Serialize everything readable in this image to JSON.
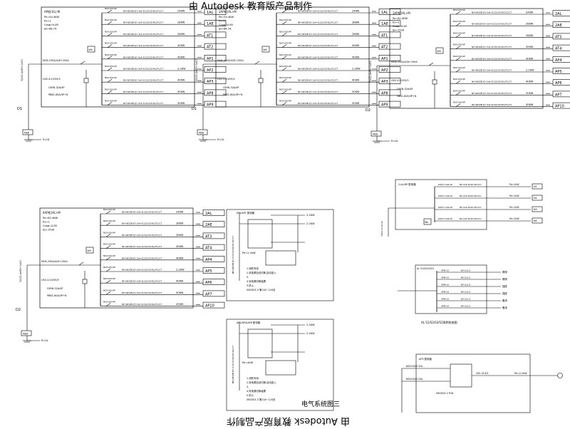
{
  "watermark_top": "由 Autodesk 教育版产品制作",
  "watermark_bottom": "由 Autodesk 教育版产品制作",
  "sheet_title": "电气系统图三",
  "panel_a": {
    "box_title": "AP柜(XL)-M",
    "params": [
      "Pe=54.4KW",
      "Kx=1",
      "Cosφ=0.85",
      "Ijs=68.7A"
    ],
    "incomer": "MCB-250A/4/3H 250A",
    "spd": "LM2-4.5/255/3",
    "main_sw": "C65N-32A/4P",
    "rcd": "PBB1-80A/3P+N",
    "tag": "D1",
    "ground": "MEB",
    "ground_r": "R<1Ω",
    "feed": "YJV22-4x95+1x50",
    "wh": "Wh",
    "circuit_label": "NH-WDZB-YJY-3x4-SC32/CE-WC/FC/CT",
    "breaker": "NSX100/4P",
    "circuits": [
      {
        "kw": "24KW",
        "name": "1AL"
      },
      {
        "kw": "28KW",
        "name": "1AE"
      },
      {
        "kw": "28KW",
        "name": "AT1"
      },
      {
        "kw": "45KW",
        "name": "AT2"
      },
      {
        "kw": "40KW",
        "name": "AP1"
      },
      {
        "kw": "2.2KW",
        "name": "AP2"
      },
      {
        "kw": "40KW",
        "name": "AP3"
      },
      {
        "kw": "50KW",
        "name": "AP8"
      },
      {
        "kw": "45KW",
        "name": "AP9"
      }
    ]
  },
  "panel_b": {
    "box_title": "2AP柜(XL)-M",
    "params": [
      "Pe=54.4KW",
      "Kx=1",
      "Cosφ=0.85",
      "Ijs=68.7A"
    ],
    "tag": "D1",
    "circuits": [
      {
        "kw": "24KW",
        "name": "1AL"
      },
      {
        "kw": "28KW",
        "name": "1AE"
      },
      {
        "kw": "28KW",
        "name": "AT1"
      },
      {
        "kw": "45KW",
        "name": "AT2"
      },
      {
        "kw": "40KW",
        "name": "AP1"
      },
      {
        "kw": "2.2KW",
        "name": "AP2"
      },
      {
        "kw": "40KW",
        "name": "AP3"
      },
      {
        "kw": "50KW",
        "name": "AP8"
      },
      {
        "kw": "45KW",
        "name": "AP9"
      }
    ]
  },
  "panel_c": {
    "box_title": "3AP柜(XL)-M",
    "params": [
      "Pe=82.4KW",
      "Kx=1",
      "Cosφ=0.85",
      "Ijs=150A"
    ],
    "tag": "D2",
    "circuits": [
      {
        "kw": "24KW",
        "name": "2AL"
      },
      {
        "kw": "28KW",
        "name": "2AE"
      },
      {
        "kw": "28KW",
        "name": "AT3"
      },
      {
        "kw": "45KW",
        "name": "AT4"
      },
      {
        "kw": "40KW",
        "name": "AP4"
      },
      {
        "kw": "2.2KW",
        "name": "AP5"
      },
      {
        "kw": "40KW",
        "name": "AP6"
      },
      {
        "kw": "50KW",
        "name": "AP7"
      },
      {
        "kw": "45KW",
        "name": "AP10"
      }
    ]
  },
  "panel_d": {
    "box_title": "4AP柜(XL)-M",
    "params": [
      "Pe=82.4KW",
      "Kx=1",
      "Cosφ=0.85",
      "Ijs=150A"
    ],
    "tag": "D2",
    "circuits": [
      {
        "kw": "24KW",
        "name": "2AL"
      },
      {
        "kw": "28KW",
        "name": "2AE"
      },
      {
        "kw": "28KW",
        "name": "AT3"
      },
      {
        "kw": "45KW",
        "name": "AT4"
      },
      {
        "kw": "40KW",
        "name": "AP4"
      },
      {
        "kw": "2.2KW",
        "name": "AP5"
      },
      {
        "kw": "40KW",
        "name": "AP6"
      },
      {
        "kw": "50KW",
        "name": "AP7"
      },
      {
        "kw": "45KW",
        "name": "AP10"
      }
    ]
  },
  "panel_e": {
    "box_title": "AT1/AP1 配电箱",
    "out1_kw": "2.2KW",
    "out2_kw": "2.2KW",
    "pe": "Pe=2.2kW",
    "notes": [
      "1.消防专用",
      "2.双电源自动切换,自动投入",
      "3.",
      "4.双电源切换装置",
      "5.防火",
      "09D303-3 第118~120页"
    ]
  },
  "panel_f": {
    "box_title": "AP2/AP4/AP6 配电箱",
    "out1_kw": "2.2KW",
    "out2_kw": "2.2KW",
    "pe": "Pe=4kW",
    "notes": [
      "1.消防专用",
      "2.双电源自动切换,自动投入",
      "3.",
      "4.双电源切换装置",
      "5.防火",
      "09D303-3 第118~120页"
    ]
  },
  "panel_g": {
    "box_title": "2-AL/HE 配电箱",
    "rows": [
      {
        "label": "N1",
        "kw": "Pe=1kW"
      },
      {
        "label": "N2",
        "kw": "Pe=1kW"
      },
      {
        "label": "N3",
        "kw": "Pe=1kW"
      },
      {
        "label": "N4",
        "kw": "Pe=1kW"
      }
    ],
    "wh": "Wh"
  },
  "panel_h": {
    "box_title": "AL S1/S2/S3/S1",
    "caption": "AL S1/S2/S3/S1照明系统图",
    "rows": [
      "照明",
      "照明",
      "插座",
      "插座",
      "备用",
      "备用"
    ]
  },
  "panel_i": {
    "box_title": "AP3 配电箱",
    "rows": [
      "NSX100/4 32A",
      "NSX100/4 20A"
    ],
    "out": "LR2-313/3",
    "kw": "Pe=2.2kW",
    "caption": "09D303-2 P18"
  }
}
